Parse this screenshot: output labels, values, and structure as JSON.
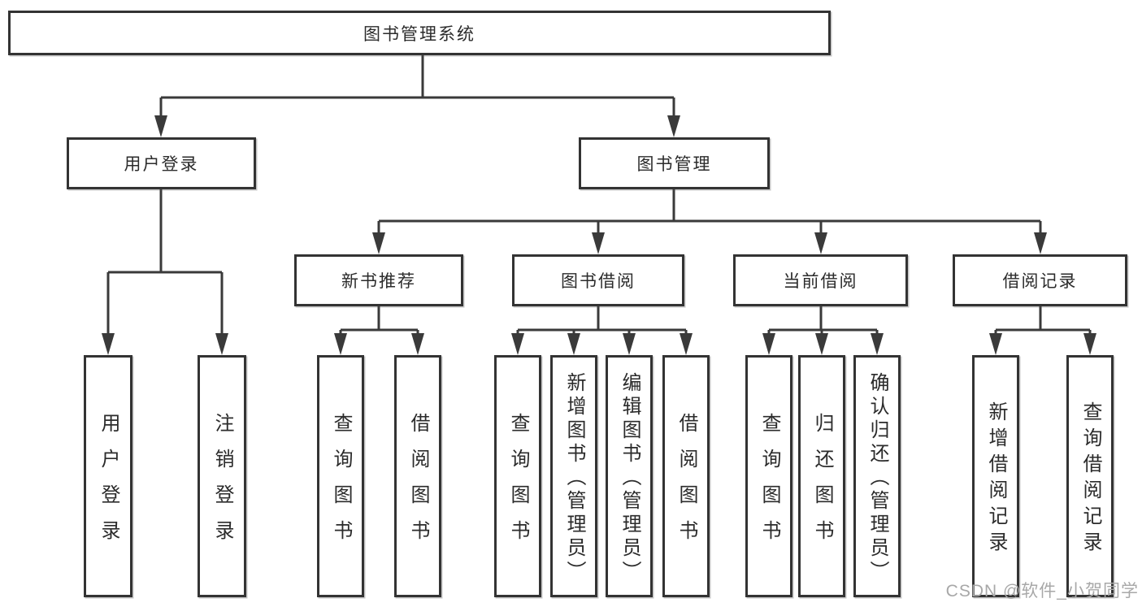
{
  "tree": {
    "label": "图书管理系统",
    "children": [
      {
        "label": "用户登录",
        "children": [
          {
            "label": "用户登录"
          },
          {
            "label": "注销登录"
          }
        ]
      },
      {
        "label": "图书管理",
        "children": [
          {
            "label": "新书推荐",
            "children": [
              {
                "label": "查询图书"
              },
              {
                "label": "借阅图书"
              }
            ]
          },
          {
            "label": "图书借阅",
            "children": [
              {
                "label": "查询图书"
              },
              {
                "label": "新增图书（管理员）"
              },
              {
                "label": "编辑图书（管理员）"
              },
              {
                "label": "借阅图书"
              }
            ]
          },
          {
            "label": "当前借阅",
            "children": [
              {
                "label": "查询图书"
              },
              {
                "label": "归还图书"
              },
              {
                "label": "确认归还（管理员）"
              }
            ]
          },
          {
            "label": "借阅记录",
            "children": [
              {
                "label": "新增借阅记录"
              },
              {
                "label": "查询借阅记录"
              }
            ]
          }
        ]
      }
    ]
  },
  "watermark": {
    "text": "CSDN @软件_小贺同学"
  },
  "colors": {
    "line": "#3a3a3a",
    "box_border": "#333333",
    "text": "#2b2b2b",
    "watermark": "#a8a8a8",
    "background": "#ffffff"
  }
}
